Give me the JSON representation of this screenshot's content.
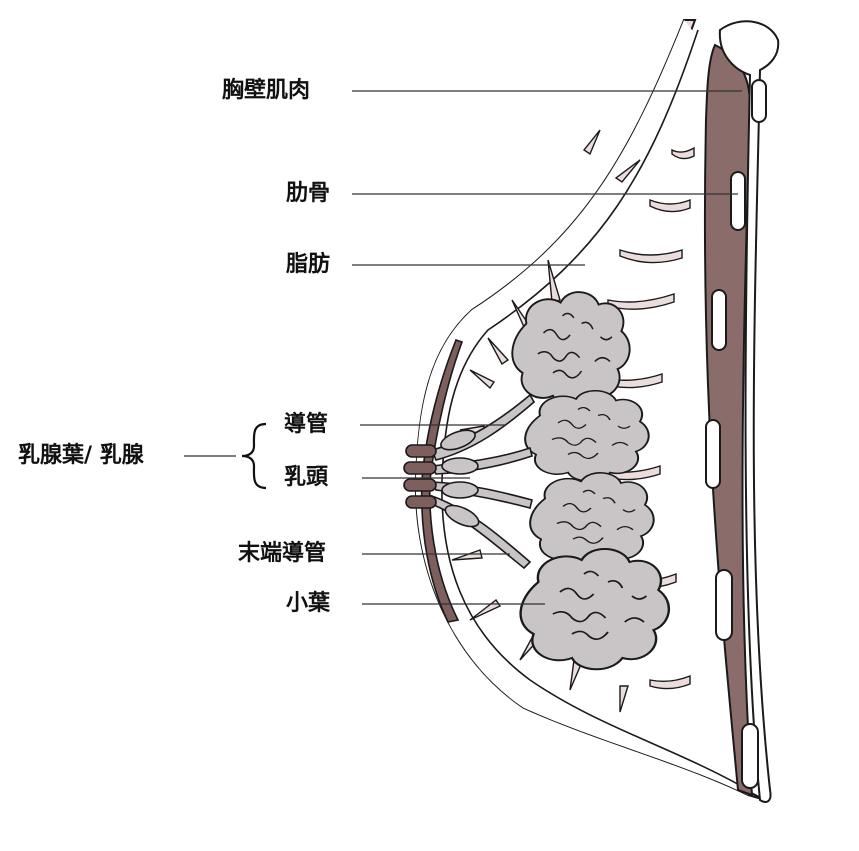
{
  "diagram": {
    "labels": {
      "chest_wall_muscle": "胸壁肌肉",
      "ribs": "肋骨",
      "fat": "脂肪",
      "lobes_glands": "乳腺葉/ 乳腺",
      "ducts": "導管",
      "nipple": "乳頭",
      "terminal_duct": "末端導管",
      "lobules": "小葉"
    },
    "colors": {
      "muscle": "#8a6d6b",
      "skin_band": "#ecdddd",
      "rib": "#ffffff",
      "lobule": "#c9c5c6",
      "nipple": "#7e5f5e",
      "outline": "#1a1a1a",
      "leader_line": "#333333"
    }
  }
}
